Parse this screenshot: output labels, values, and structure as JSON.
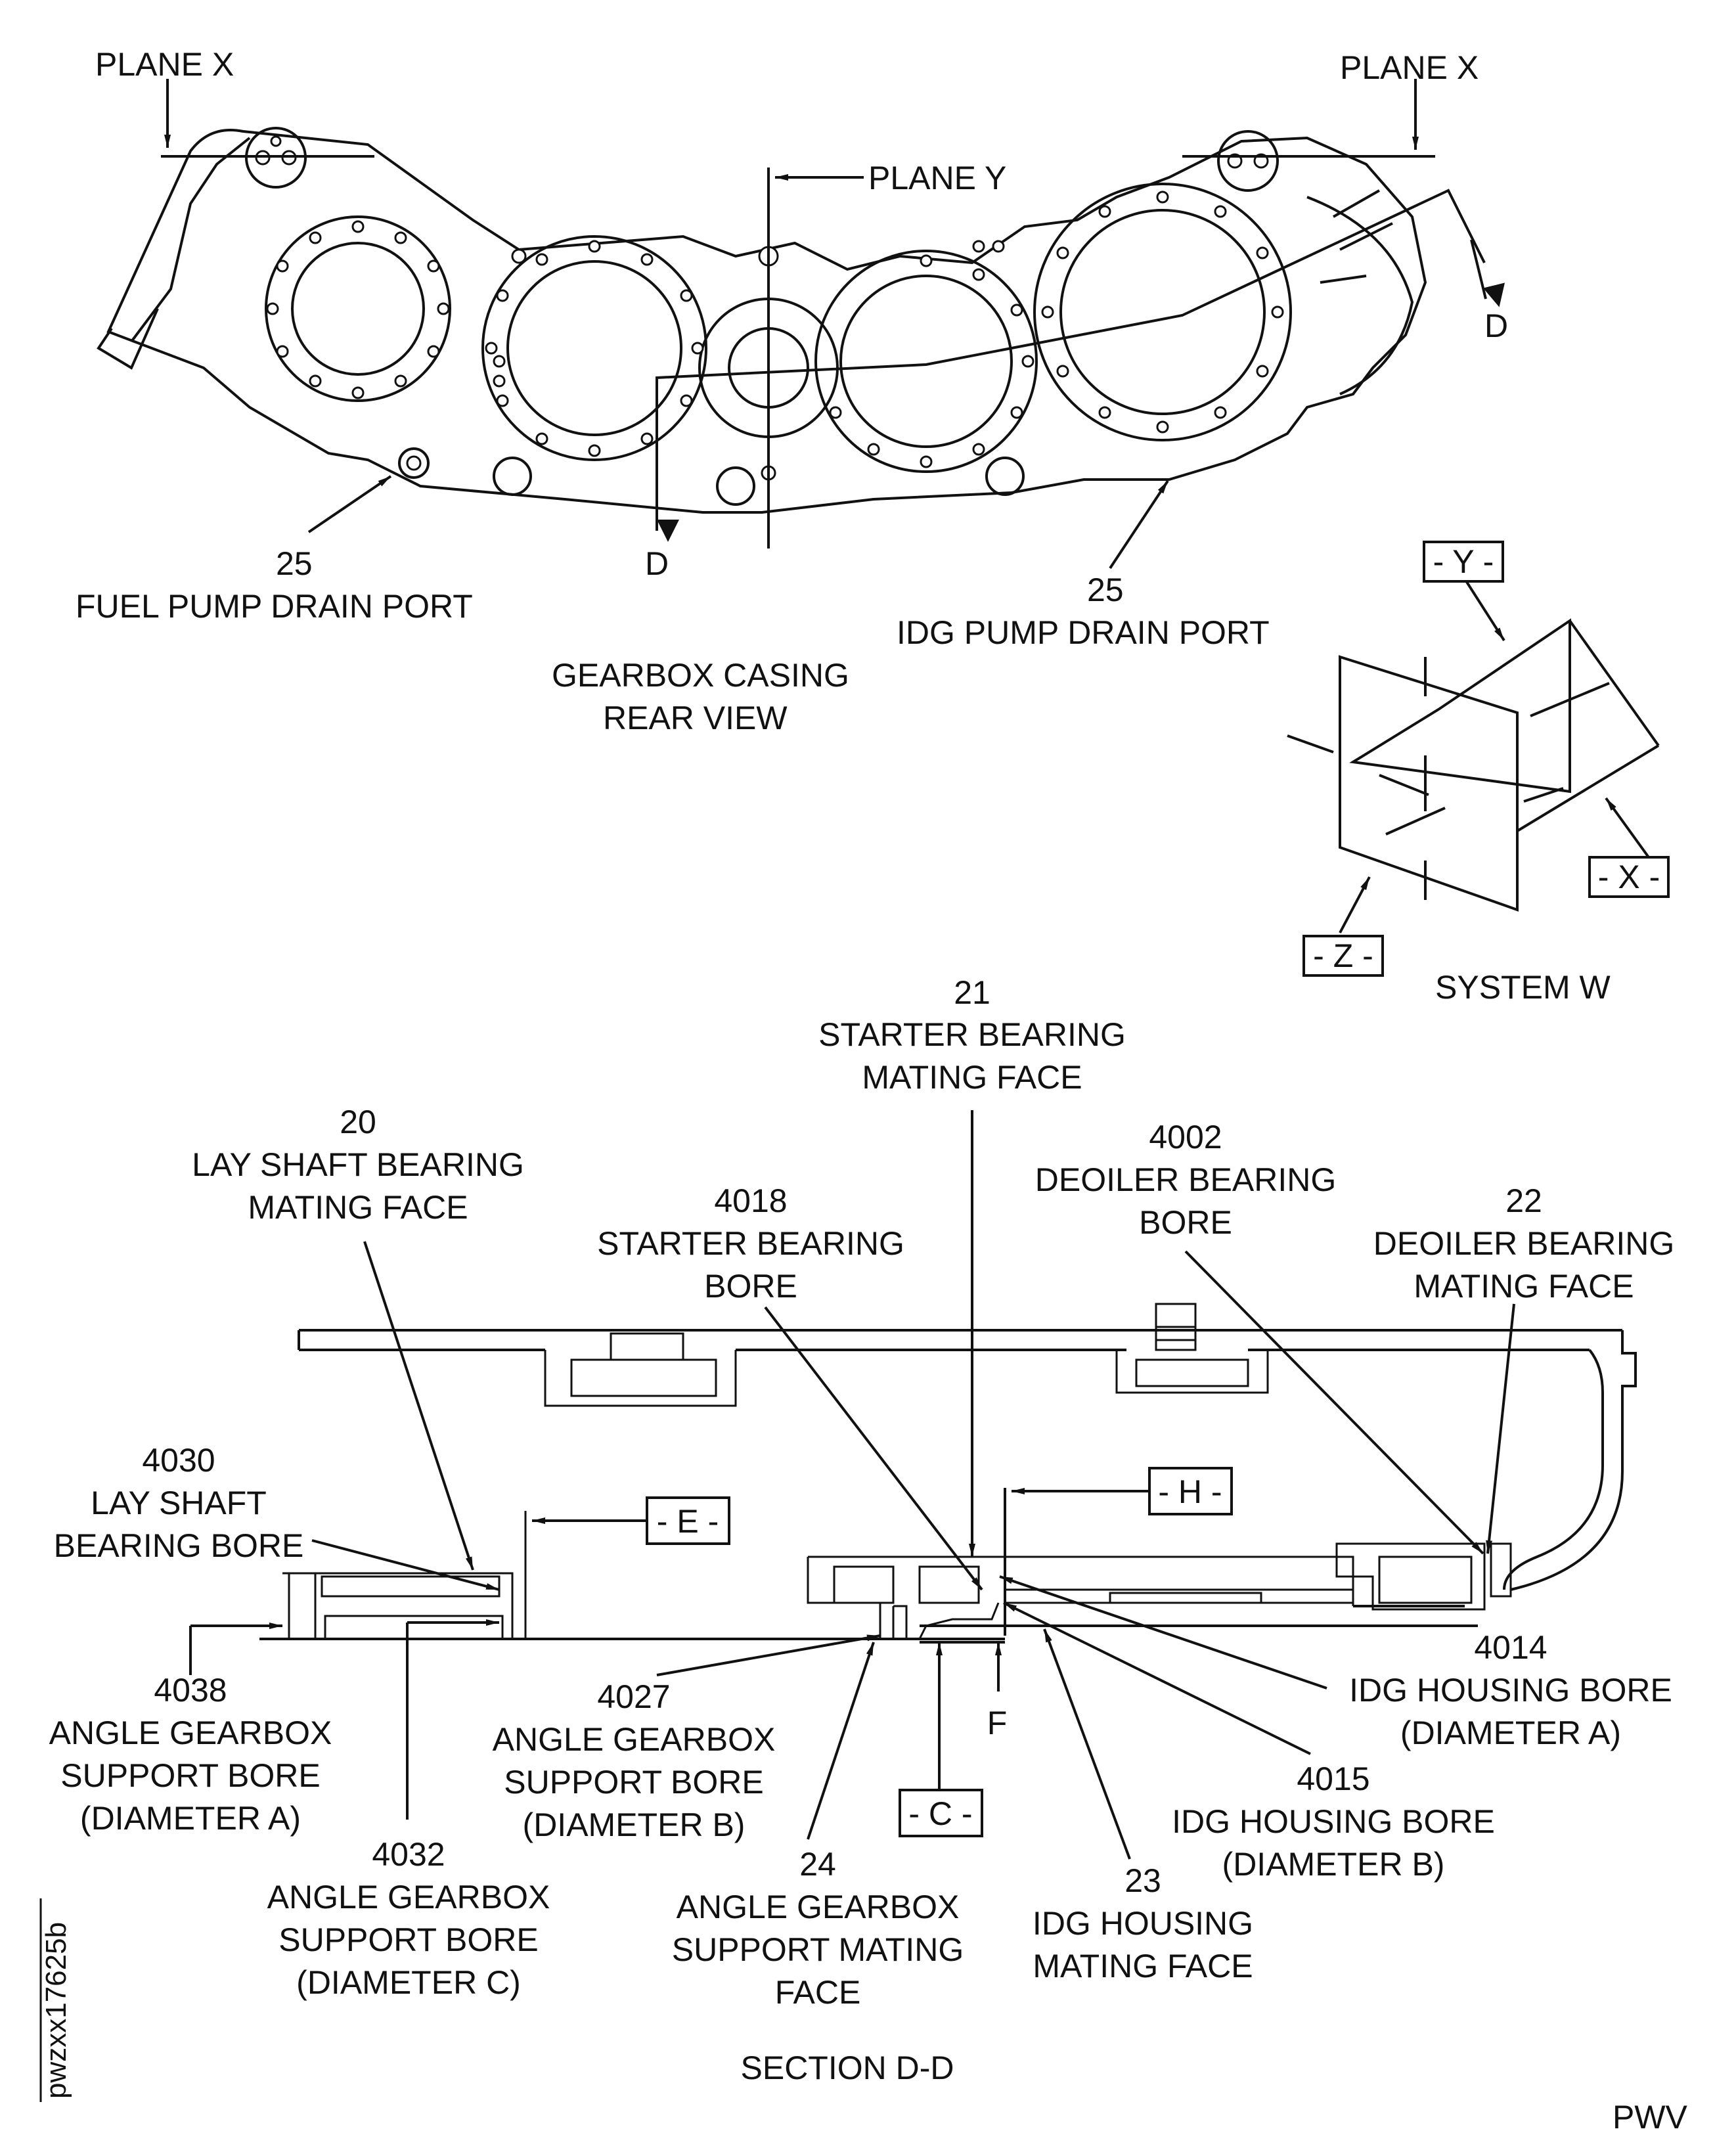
{
  "plane_labels": {
    "plane_x_left": "PLANE X",
    "plane_x_right": "PLANE X",
    "plane_y": "PLANE Y",
    "section_top_left": "D",
    "section_top_right": "D"
  },
  "rear_view": {
    "fuel_num": "25",
    "fuel_label": "FUEL PUMP DRAIN PORT",
    "idg_num": "25",
    "idg_label": "IDG PUMP DRAIN PORT",
    "title_1": "GEARBOX CASING",
    "title_2": "REAR VIEW"
  },
  "system_w": {
    "y_box": "- Y -",
    "x_box": "- X -",
    "z_box": "- Z -",
    "title": "SYSTEM W"
  },
  "section": {
    "c21_num": "21",
    "c21_l1": "STARTER BEARING",
    "c21_l2": "MATING FACE",
    "c20_num": "20",
    "c20_l1": "LAY SHAFT BEARING",
    "c20_l2": "MATING FACE",
    "c4002_num": "4002",
    "c4002_l1": "DEOILER BEARING",
    "c4002_l2": "BORE",
    "c4018_num": "4018",
    "c4018_l1": "STARTER BEARING",
    "c4018_l2": "BORE",
    "c22_num": "22",
    "c22_l1": "DEOILER BEARING",
    "c22_l2": "MATING FACE",
    "c4030_num": "4030",
    "c4030_l1": "LAY SHAFT",
    "c4030_l2": "BEARING BORE",
    "h_box": "- H -",
    "e_box": "- E -",
    "c4014_num": "4014",
    "c4014_l1": "IDG HOUSING BORE",
    "c4014_l2": "(DIAMETER A)",
    "c4038_num": "4038",
    "c4038_l1": "ANGLE GEARBOX",
    "c4038_l2": "SUPPORT BORE",
    "c4038_l3": "(DIAMETER A)",
    "c4027_num": "4027",
    "c4027_l1": "ANGLE GEARBOX",
    "c4027_l2": "SUPPORT BORE",
    "c4027_l3": "(DIAMETER B)",
    "f_label": "F",
    "c4015_num": "4015",
    "c4015_l1": "IDG HOUSING BORE",
    "c4015_l2": "(DIAMETER B)",
    "c_box": "- C -",
    "c4032_num": "4032",
    "c4032_l1": "ANGLE GEARBOX",
    "c4032_l2": "SUPPORT BORE",
    "c4032_l3": "(DIAMETER C)",
    "c24_num": "24",
    "c24_l1": "ANGLE GEARBOX",
    "c24_l2": "SUPPORT MATING",
    "c24_l3": "FACE",
    "c23_num": "23",
    "c23_l1": "IDG HOUSING",
    "c23_l2": "MATING FACE",
    "title": "SECTION D-D"
  },
  "footer": {
    "figure_id": "pwzxx17625b",
    "brand": "PWV"
  }
}
